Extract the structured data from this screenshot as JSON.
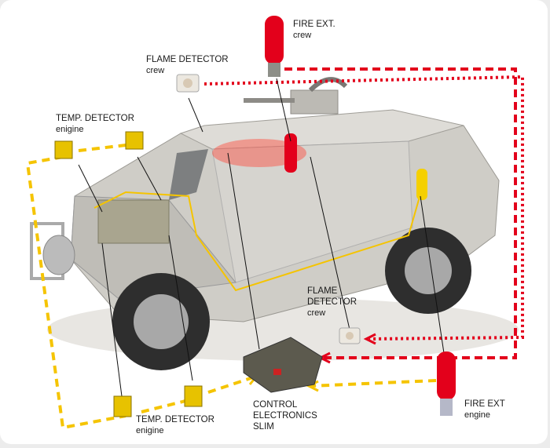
{
  "labels": {
    "fire_ext_crew": {
      "title": "FIRE EXT.",
      "sub": "crew"
    },
    "flame_detector_crew_top": {
      "title": "FLAME DETECTOR",
      "sub": "crew"
    },
    "temp_detector_engine_top": {
      "title": "TEMP. DETECTOR",
      "sub": "enigine"
    },
    "flame_detector_crew_bottom": {
      "title1": "FLAME",
      "title2": "DETECTOR",
      "sub": "crew"
    },
    "temp_detector_engine_bottom": {
      "title": "TEMP. DETECTOR",
      "sub": "enigine"
    },
    "control_electronics": {
      "line1": "CONTROL",
      "line2": "ELECTRONICS",
      "line3": "SLIM"
    },
    "fire_ext_engine": {
      "title": "FIRE EXT",
      "sub": "engine"
    }
  },
  "colors": {
    "crew_line": "#e3001b",
    "engine_line": "#f5c400",
    "vehicle": "#c9c7c1"
  }
}
